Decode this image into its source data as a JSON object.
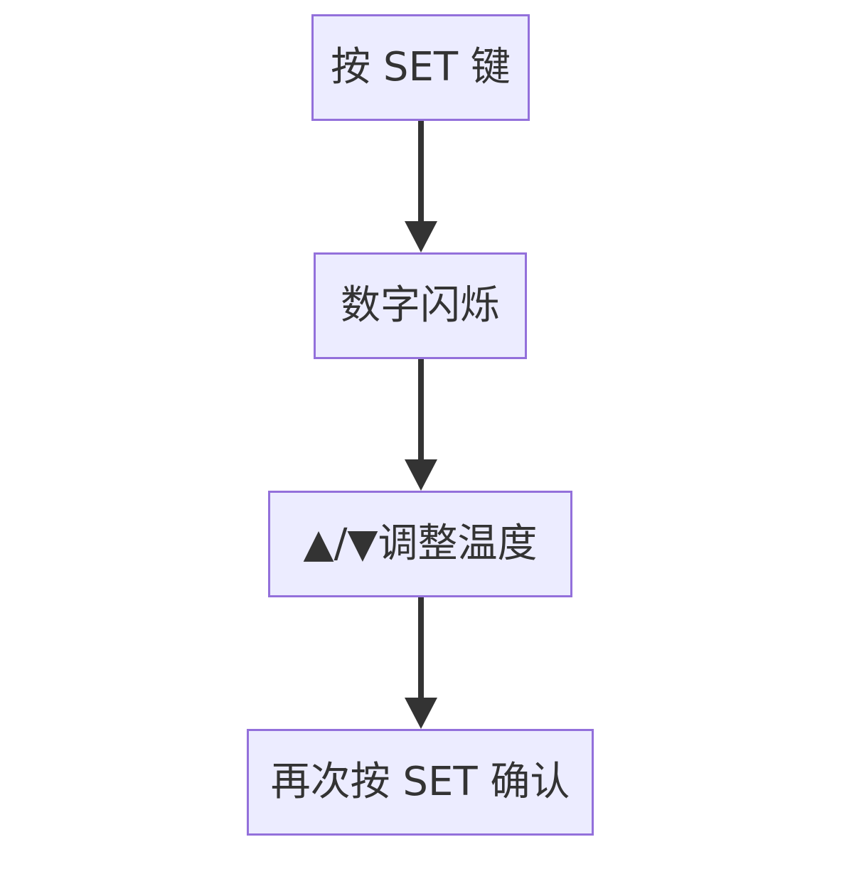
{
  "diagram": {
    "type": "flowchart",
    "direction": "top-to-bottom",
    "colors": {
      "node_fill": "#ececff",
      "node_border": "#9370db",
      "text": "#333333",
      "edge": "#333333"
    },
    "nodes": [
      {
        "id": "step1",
        "label": "按 SET 键"
      },
      {
        "id": "step2",
        "label": "数字闪烁"
      },
      {
        "id": "step3",
        "label": "▲/▼调整温度"
      },
      {
        "id": "step4",
        "label": "再次按 SET 确认"
      }
    ],
    "edges": [
      {
        "from": "step1",
        "to": "step2"
      },
      {
        "from": "step2",
        "to": "step3"
      },
      {
        "from": "step3",
        "to": "step4"
      }
    ]
  }
}
